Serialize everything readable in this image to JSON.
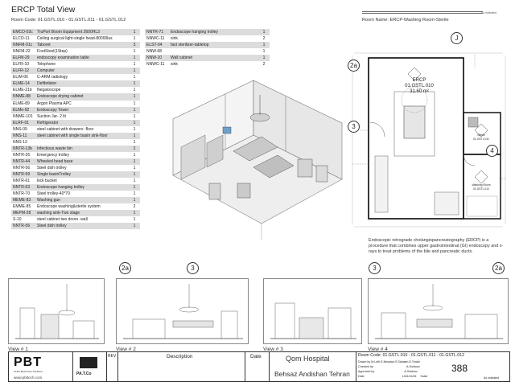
{
  "header": {
    "title": "ERCP Total View",
    "room_code_line": "Room Code: 01.GSTL.010 - 01.GSTL.011 - 01.GSTL.012",
    "room_name_line": "Room Name: ERCP-Washing Room-Sterile",
    "as_indicated_top": "As indicated"
  },
  "equipment_left": [
    {
      "code": "EMCO-02c",
      "name": "TruPort Boom Equipment 2600HL3",
      "qty": "1"
    },
    {
      "code": "ELCO-11",
      "name": "Ceiling surgical light-single head-80000lux",
      "qty": "1"
    },
    {
      "code": "NNFM-01c",
      "name": "Taboret",
      "qty": "3"
    },
    {
      "code": "NNFM-22",
      "name": "FootStool(1Step)",
      "qty": "1"
    },
    {
      "code": "ELFM-29",
      "name": "endoscopy examination table",
      "qty": "1"
    },
    {
      "code": "ELFR-10",
      "name": "Telephone",
      "qty": "1"
    },
    {
      "code": "ELFR-12",
      "name": "Computer",
      "qty": "1"
    },
    {
      "code": "ELIM-06",
      "name": "C-ARM radiology",
      "qty": "1"
    },
    {
      "code": "ELME-14",
      "name": "Defibrilator",
      "qty": "1"
    },
    {
      "code": "ELME-21b",
      "name": "Negatoscope",
      "qty": "1"
    },
    {
      "code": "NNME-88",
      "name": "Endoscope drying cabinet",
      "qty": "1"
    },
    {
      "code": "ELME-89",
      "name": "Argon Plasma APC",
      "qty": "1"
    },
    {
      "code": "ELMe-92",
      "name": "Endoscopy Tower",
      "qty": "1"
    },
    {
      "code": "NNME-101",
      "name": "Suction Jar- 2 lit",
      "qty": "1"
    },
    {
      "code": "ELRF-01",
      "name": "Refrigerator",
      "qty": "1"
    },
    {
      "code": "NNS-09",
      "name": "steel cabinet with drawers -floor",
      "qty": "1"
    },
    {
      "code": "NNS-11",
      "name": "steel cabinet with single basin sink-floor",
      "qty": "1"
    },
    {
      "code": "NNS-13",
      "name": "",
      "qty": "1"
    },
    {
      "code": "NNTR-13b",
      "name": "Infectious waste bin",
      "qty": "2"
    },
    {
      "code": "NNTR-26",
      "name": "Emergency trolley",
      "qty": "1"
    },
    {
      "code": "NNTR-44",
      "name": "Wheeled head base",
      "qty": "1"
    },
    {
      "code": "NNTR-56",
      "name": "Steel dish trolley",
      "qty": "1"
    },
    {
      "code": "NNTR-59",
      "name": "Single basinTrolley",
      "qty": "1"
    },
    {
      "code": "NNTR-61",
      "name": "kick bucket",
      "qty": "1"
    },
    {
      "code": "NNTR-63",
      "name": "Endoscope hanging trolley",
      "qty": "1"
    },
    {
      "code": "NNTR-70",
      "name": "Steel trolley-40*70",
      "qty": "1"
    },
    {
      "code": "MEME-83",
      "name": "Washing gun",
      "qty": "1"
    },
    {
      "code": "EMME-85",
      "name": "Endoscope washing&sterile system",
      "qty": "2"
    },
    {
      "code": "MEPM-28",
      "name": "washing sink-Two stage",
      "qty": "1"
    },
    {
      "code": "S-10",
      "name": "steel cabinet two doors -wall",
      "qty": "1"
    },
    {
      "code": "NNTR-56",
      "name": "Steel dish trolley",
      "qty": "1"
    }
  ],
  "equipment_right": [
    {
      "code": "NNTR-71",
      "name": "Endoscope hanging trolley",
      "qty": "1"
    },
    {
      "code": "NNWC-11",
      "name": "sink",
      "qty": "2"
    },
    {
      "code": "ELST-04",
      "name": "fast sterilizer-tabletop",
      "qty": "1"
    },
    {
      "code": "NNW-08",
      "name": "",
      "qty": "1"
    },
    {
      "code": "NNW-10",
      "name": "Wall cabinet",
      "qty": "1"
    },
    {
      "code": "NNWC-11",
      "name": "sink",
      "qty": "2"
    }
  ],
  "plan": {
    "room_label": "ERCP",
    "room_code": "01.GSTL.010",
    "room_area": "31.60 m²",
    "washing_label": "Washing Room",
    "washing_code": "01.GSTL.012",
    "sterile_label": "Sterile",
    "sterile_code": "01.GSTL.011",
    "bubble_j": "J",
    "bubble_2a": "2a",
    "bubble_3": "3",
    "bubble_4": "4"
  },
  "description": "Endoscopic retrograde cholangiopancreatography (ERCP) is a procedure that combines upper gastrointestinal (GI) endoscopy and x-rays to treat problems of the bile and pancreatic ducts.",
  "views": [
    {
      "label": "View # 1",
      "bubble": "2a"
    },
    {
      "label": "View # 2",
      "bubble": "3"
    },
    {
      "label": "View # 3",
      "bubble": "3"
    },
    {
      "label": "View # 4",
      "bubble": "2a"
    }
  ],
  "title_block": {
    "logo_text": "PBT",
    "logo_caption": "PARS BEHTASH TEHRAN",
    "website": "www.pbttech.com",
    "partner_logo": "PA.T.Co",
    "rev": "REV",
    "description_header": "Description",
    "date_header": "Date",
    "hospital": "Qom Hospital",
    "company": "Behsaz Andishan Tehran",
    "room_code_line": "Room Code: 01.GSTL.010 - 01.GSTL.011 - 01.GSTL.012",
    "drawn_by_label": "Drawn by",
    "drawn_by_value": "M.Lotfi-S.Nesaian-S.Sahasin-E.Torabi",
    "checked_by_label": "Checked by",
    "checked_by_value": "A.Goldooz",
    "approved_by_label": "Approved by",
    "approved_by_value": "A.Goldooz",
    "date_label": "Date",
    "date_value": "1401/11/26",
    "scale_label": "Scale",
    "scale_value": "As indicated",
    "sheet_number": "388"
  }
}
